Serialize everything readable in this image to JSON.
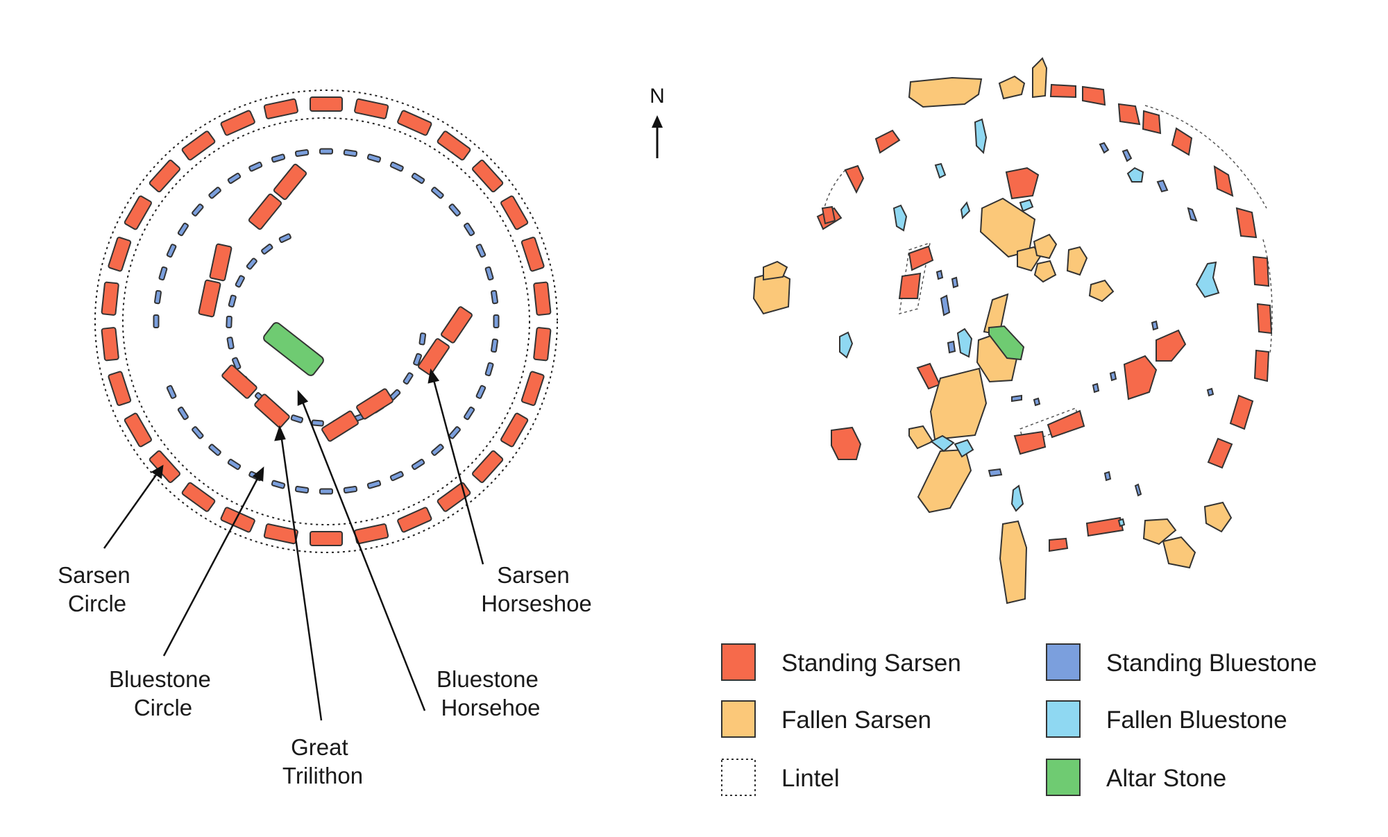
{
  "colors": {
    "standing_sarsen": "#f66a4b",
    "fallen_sarsen": "#fbc879",
    "standing_bluestone": "#7b9fdd",
    "fallen_bluestone": "#8fd8f2",
    "altar_stone": "#6fcb72",
    "outline": "#333333"
  },
  "plan": {
    "compass": {
      "label": "N",
      "icon": "north-arrow-icon"
    },
    "labels": {
      "sarsen_circle": [
        "Sarsen",
        "Circle"
      ],
      "bluestone_circle": [
        "Bluestone",
        "Circle"
      ],
      "great_trilithon": [
        "Great",
        "Trilithon"
      ],
      "bluestone_horseshoe": [
        "Bluestone",
        "Horsehoe"
      ],
      "sarsen_horseshoe": [
        "Sarsen",
        "Horseshoe"
      ]
    }
  },
  "legend": {
    "items": [
      {
        "key": "standing_sarsen",
        "label": "Standing Sarsen"
      },
      {
        "key": "fallen_sarsen",
        "label": "Fallen Sarsen"
      },
      {
        "key": "lintel",
        "label": "Lintel"
      },
      {
        "key": "standing_bluestone",
        "label": "Standing Bluestone"
      },
      {
        "key": "fallen_bluestone",
        "label": "Fallen Bluestone"
      },
      {
        "key": "altar_stone",
        "label": "Altar Stone"
      }
    ]
  }
}
